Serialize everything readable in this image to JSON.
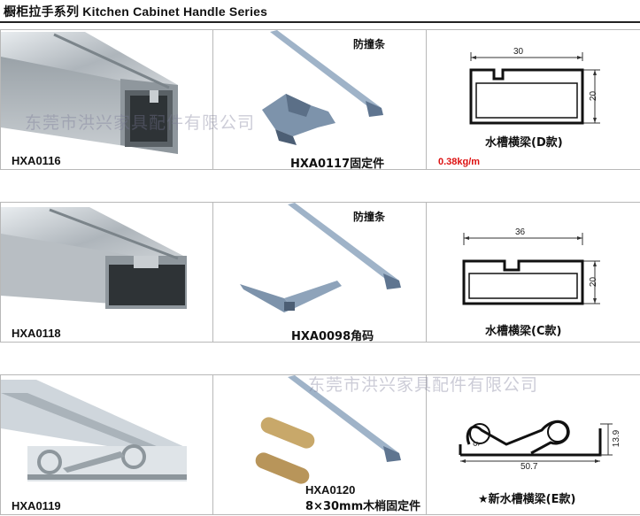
{
  "title": "橱柜拉手系列 Kitchen Cabinet Handle Series",
  "watermark": "东莞市洪兴家具配件有限公司",
  "rows": [
    {
      "profile_code": "HXA0116",
      "accessory_label": "HXA0117固定件",
      "strip_label": "防撞条",
      "section_label": "水槽横梁(D款)",
      "weight": "0.38kg/m",
      "dims": {
        "width": "30",
        "height": "20"
      }
    },
    {
      "profile_code": "HXA0118",
      "accessory_label": "HXA0098角码",
      "strip_label": "防撞条",
      "section_label": "水槽横梁(C款)",
      "dims": {
        "width": "36",
        "height": "20"
      }
    },
    {
      "profile_code": "HXA0119",
      "accessory_label_line1": "HXA0120",
      "accessory_label_line2": "8×30mm木梢固定件",
      "section_label": "★新水槽横梁(E款)",
      "dims": {
        "width": "50.7",
        "height": "13.9",
        "inner": "9"
      }
    }
  ]
}
